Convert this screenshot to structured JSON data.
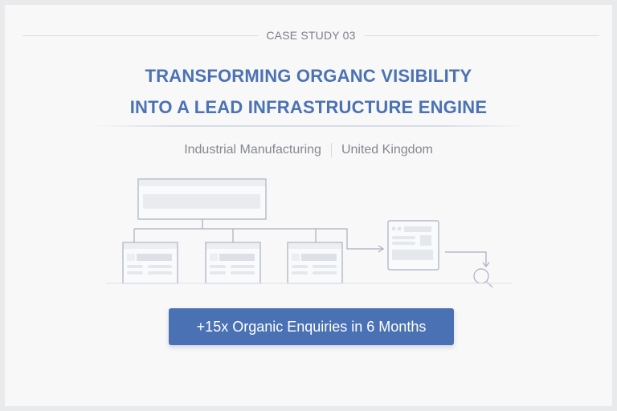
{
  "header": {
    "eyebrow": "CASE STUDY 03",
    "title_line1": "TRANSFORMING ORGANC VISIBILITY",
    "title_line2": "INTO A LEAD INFRASTRUCTURE ENGINE"
  },
  "meta": {
    "industry": "Industrial Manufacturing",
    "location": "United Kingdom"
  },
  "diagram": {
    "nodes": [
      "top-page",
      "child-page-1",
      "child-page-2",
      "child-page-3",
      "lead-page",
      "search"
    ],
    "icons": [
      "site-structure-icon",
      "arrow-right-icon",
      "arrow-down-icon",
      "search-icon"
    ]
  },
  "cta": {
    "label": "+15x Organic Enquiries in 6 Months"
  },
  "colors": {
    "accent": "#4a71b4",
    "title": "#4b72b3",
    "muted_text": "#84888f",
    "background": "#f8f8f9",
    "frame": "#e9eaec"
  }
}
